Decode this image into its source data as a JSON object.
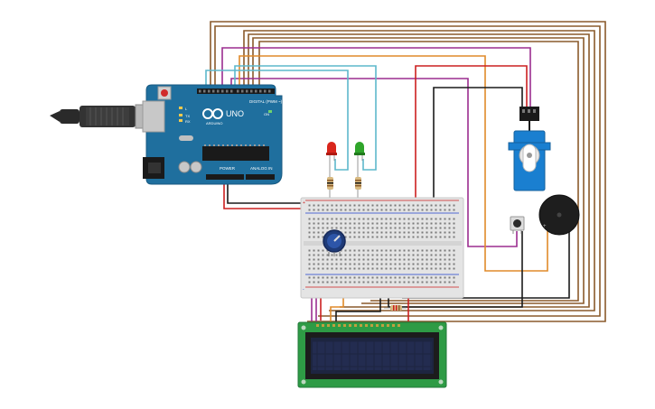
{
  "arduino": {
    "brand": "UNO",
    "maker_logo": "ARDUINO",
    "digital_header": "DIGITAL (PWM ~)",
    "power_header": "POWER",
    "analog_header": "ANALOG IN",
    "on_led_label": "ON",
    "tx_label": "TX",
    "rx_label": "RX",
    "l_label": "L",
    "board_color": "#1f6f9e"
  },
  "leds": [
    {
      "name": "red-led",
      "color": "#d9261c"
    },
    {
      "name": "green-led",
      "color": "#2fa52a"
    }
  ],
  "breadboard": {
    "plus_label": "+",
    "minus_label": "-"
  },
  "lcd": {
    "pcb_color": "#2e9b45",
    "screen_color": "#1d2540"
  },
  "colors": {
    "wire_brown": "#8a5a2b",
    "wire_purple": "#9b2d8f",
    "wire_cyan": "#5db8cc",
    "wire_orange": "#e08a2a",
    "wire_red": "#cc2020",
    "wire_black": "#1a1a1a",
    "servo_blue": "#1a7fd0",
    "buzzer_black": "#1e1e1e"
  }
}
